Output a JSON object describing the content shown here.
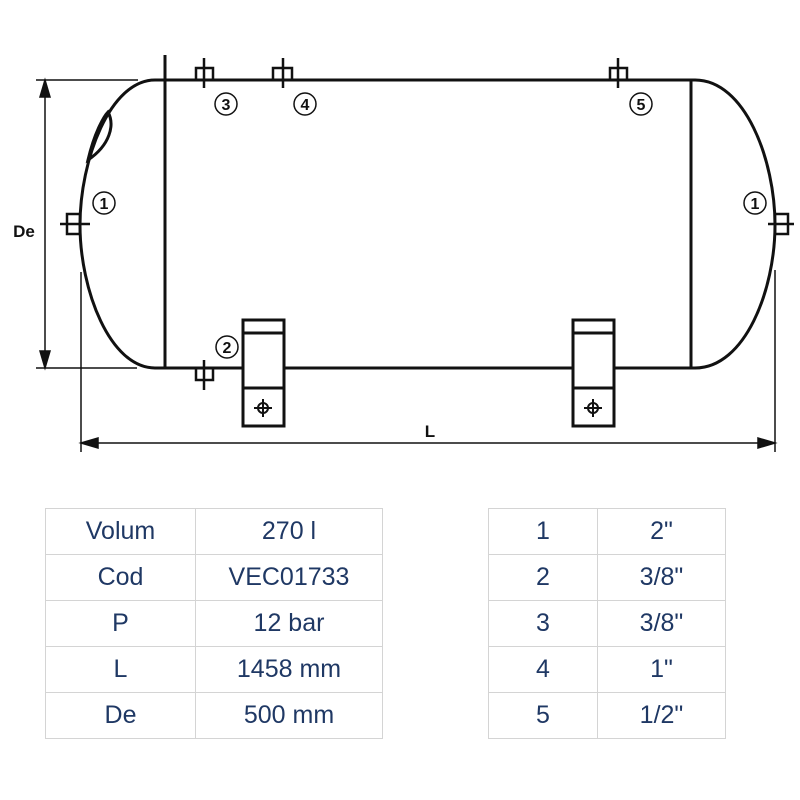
{
  "drawing": {
    "dimension_labels": {
      "diameter": "De",
      "length": "L"
    },
    "connection_markers": [
      "1",
      "2",
      "3",
      "4",
      "5",
      "1"
    ],
    "line_color": "#111111"
  },
  "params_table": {
    "rows": [
      {
        "label": "Volum",
        "value": "270 l"
      },
      {
        "label": "Cod",
        "value": "VEC01733"
      },
      {
        "label": "P",
        "value": "12 bar"
      },
      {
        "label": "L",
        "value": "1458 mm"
      },
      {
        "label": "De",
        "value": "500 mm"
      }
    ]
  },
  "connections_table": {
    "rows": [
      {
        "id": "1",
        "size": "2\""
      },
      {
        "id": "2",
        "size": "3/8\""
      },
      {
        "id": "3",
        "size": "3/8\""
      },
      {
        "id": "4",
        "size": "1\""
      },
      {
        "id": "5",
        "size": "1/2\""
      }
    ]
  },
  "colors": {
    "table_text": "#1f3864",
    "table_border": "#d4d4d4"
  }
}
